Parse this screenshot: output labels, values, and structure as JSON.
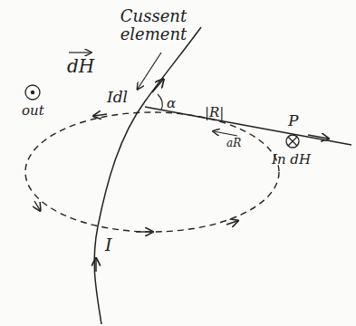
{
  "diagram": {
    "labels": [
      "Cussent element",
      "dH",
      "out",
      "Idl",
      "α",
      "|R|",
      "aR",
      "P",
      "In dH",
      "I"
    ]
  }
}
